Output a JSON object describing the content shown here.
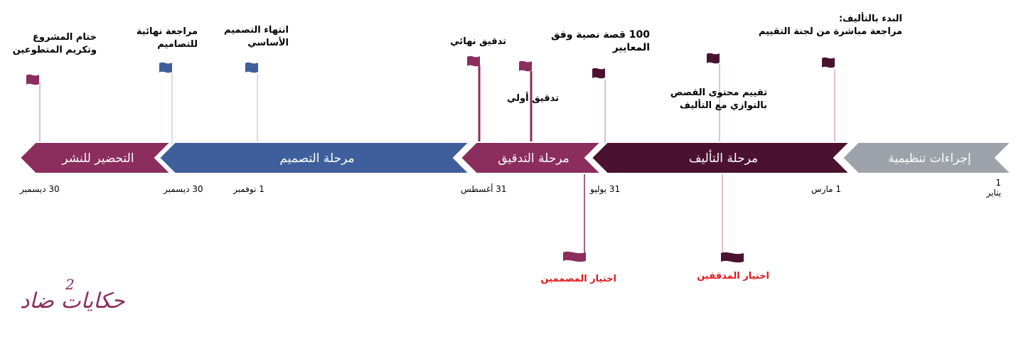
{
  "colors": {
    "plum": "#8b2d5d",
    "dark_plum": "#4a1230",
    "blue": "#3e5f9b",
    "gray": "#9ea2ab",
    "red_text": "#e0181b"
  },
  "phases": [
    {
      "label": "إجراءات تنظيمية",
      "color": "#9ea2ab"
    },
    {
      "label": "مرحلة التأليف",
      "color": "#4a1230"
    },
    {
      "label": "مرحلة التدقيق",
      "color": "#8b2d5d"
    },
    {
      "label": "مرحلة التصميم",
      "color": "#3e5f9b"
    },
    {
      "label": "التحضير للنشر",
      "color": "#8b2d5d"
    }
  ],
  "dates": [
    {
      "day": "1",
      "month": "يناير"
    },
    {
      "day": "1",
      "month": "مارس"
    },
    {
      "day": "31",
      "month": "يوليو"
    },
    {
      "day": "31",
      "month": "أغسطس"
    },
    {
      "day": "1",
      "month": "نوفمبر"
    },
    {
      "day": "30",
      "month": "ديسمبر"
    },
    {
      "day": "30",
      "month": "ديسمبر"
    }
  ],
  "milestones": {
    "start_writing": {
      "lines": [
        "البدء بالتأليف:",
        "مراجعة مباشرة من لجنة التقييم"
      ],
      "flag_color": "#4a1230"
    },
    "content_review": {
      "lines": [
        "تقييم محتوى القصص",
        "بالتوازي مع التأليف"
      ],
      "flag_color": "#4a1230"
    },
    "stories_100": {
      "lines": [
        "100 قصة نصية وفق",
        "المعايير"
      ],
      "flag_color": "#4a1230"
    },
    "initial_check": {
      "lines": [
        "تدقيق أولي"
      ],
      "flag_color": "#8b2d5d"
    },
    "final_check": {
      "lines": [
        "تدقيق نهائي"
      ],
      "flag_color": "#8b2d5d"
    },
    "basic_design_end": {
      "lines": [
        "انتهاء التصميم",
        "الأساسي"
      ],
      "flag_color": "#3e5f9b"
    },
    "final_design_review": {
      "lines": [
        "مراجعة نهائية",
        "للتصاميم"
      ],
      "flag_color": "#3e5f9b"
    },
    "project_end": {
      "lines": [
        "ختام المشروع",
        "وتكريم المتطوعين"
      ],
      "flag_color": "#8b2d5d"
    },
    "choose_designers": {
      "lines": [
        "اختيار المصممين"
      ],
      "flag_color": "#8b2d5d"
    },
    "choose_proofreaders": {
      "lines": [
        "اختيار المدققين"
      ],
      "flag_color": "#4a1230"
    }
  },
  "logo": {
    "text": "حكايات ضاد",
    "number": "2"
  }
}
